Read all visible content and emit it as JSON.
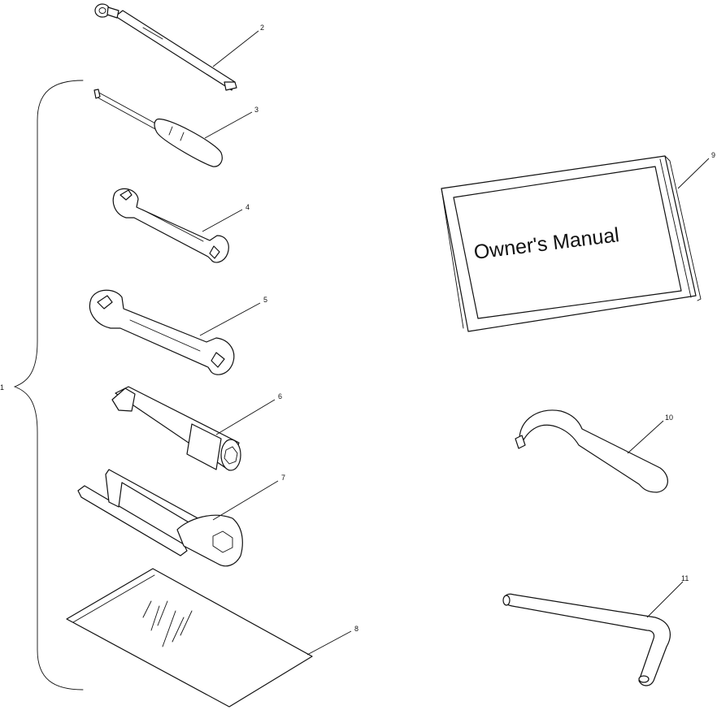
{
  "callouts": {
    "c1": "1",
    "c2": "2",
    "c3": "3",
    "c4": "4",
    "c5": "5",
    "c6": "6",
    "c7": "7",
    "c8": "8",
    "c9": "9",
    "c10": "10",
    "c11": "11"
  },
  "manual": {
    "cover_text": "Owner's Manual"
  }
}
